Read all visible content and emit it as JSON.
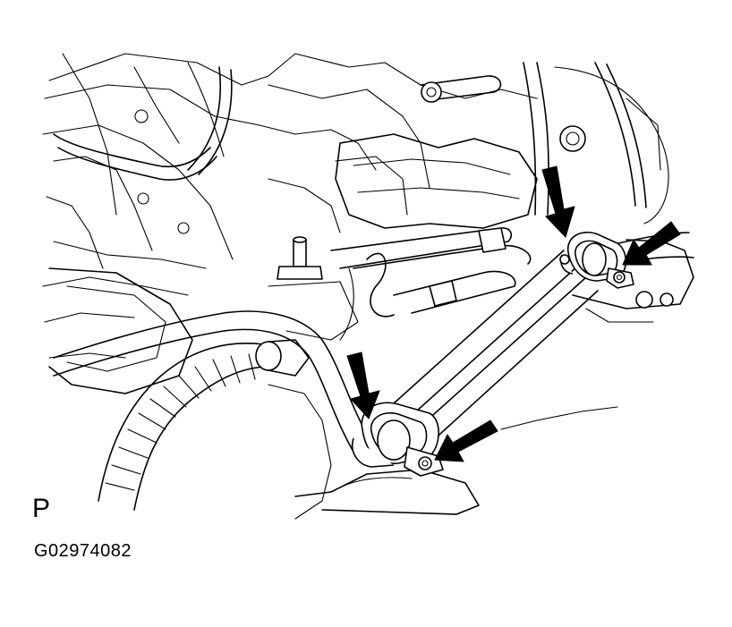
{
  "figure": {
    "view_letter": "P",
    "figure_code": "G02974082",
    "arrow_count": 4
  },
  "icons": {
    "pointer": "arrow-icon",
    "subject": "stabilizer-bar-bushing-bracket"
  },
  "colors": {
    "ink": "#000000",
    "paper": "#ffffff"
  }
}
